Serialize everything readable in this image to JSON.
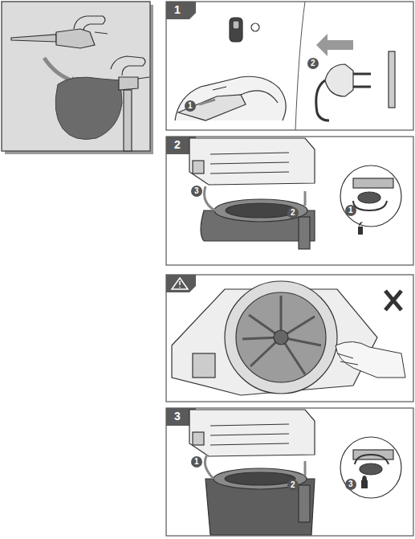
{
  "diagram": {
    "labels": [
      "1",
      "1",
      "2",
      "2",
      "3",
      "2",
      "1",
      "3",
      "1",
      "2",
      "3"
    ]
  }
}
